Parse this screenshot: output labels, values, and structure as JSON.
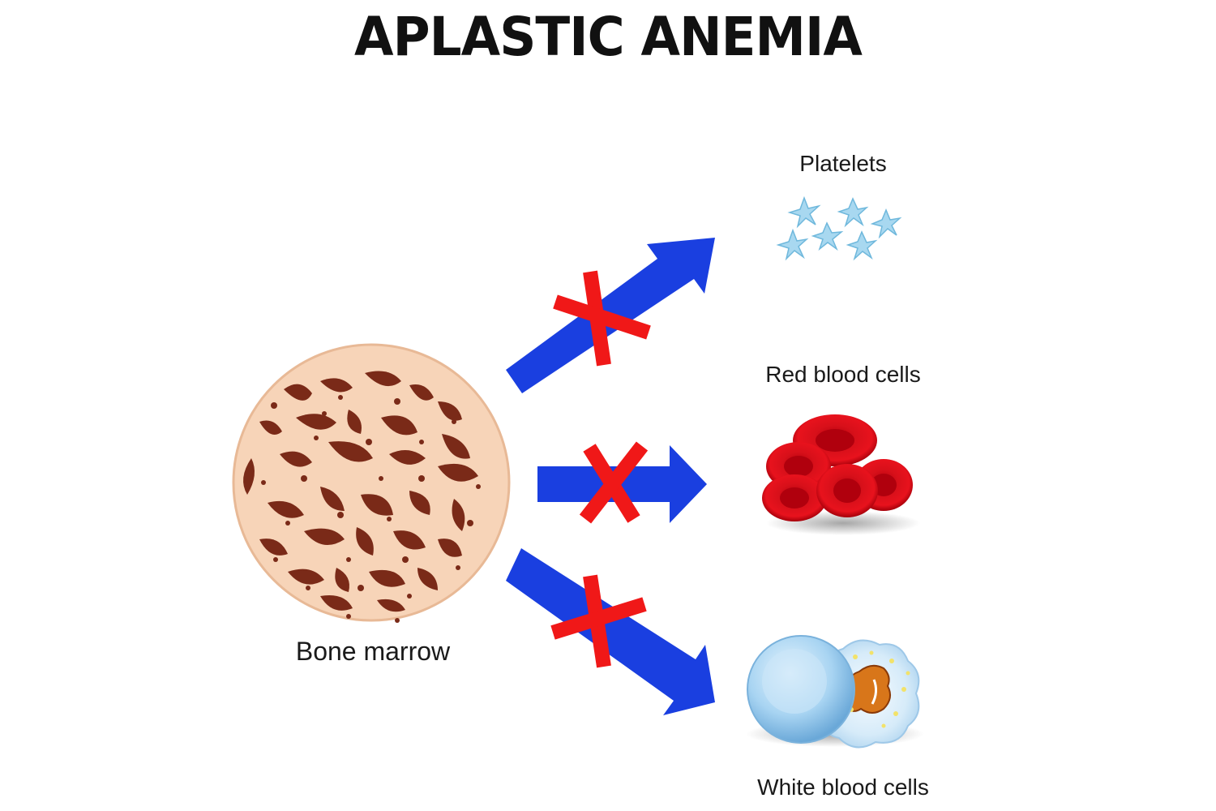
{
  "title": "APLASTIC ANEMIA",
  "source": {
    "label": "Bone marrow",
    "icon": "bone-marrow-icon"
  },
  "targets": [
    {
      "label": "Platelets",
      "icon": "platelets-icon",
      "blocked": true
    },
    {
      "label": "Red blood cells",
      "icon": "red-blood-cells-icon",
      "blocked": true
    },
    {
      "label": "White blood cells",
      "icon": "white-blood-cells-icon",
      "blocked": true
    }
  ],
  "colors": {
    "arrow": "#1a3fe0",
    "block_mark": "#f01818",
    "marrow_fill": "#f7d4b8",
    "marrow_pore": "#7a2a18",
    "platelet": "#a8d8f0",
    "rbc": "#d8101a",
    "wbc": "#a8d4f2"
  }
}
